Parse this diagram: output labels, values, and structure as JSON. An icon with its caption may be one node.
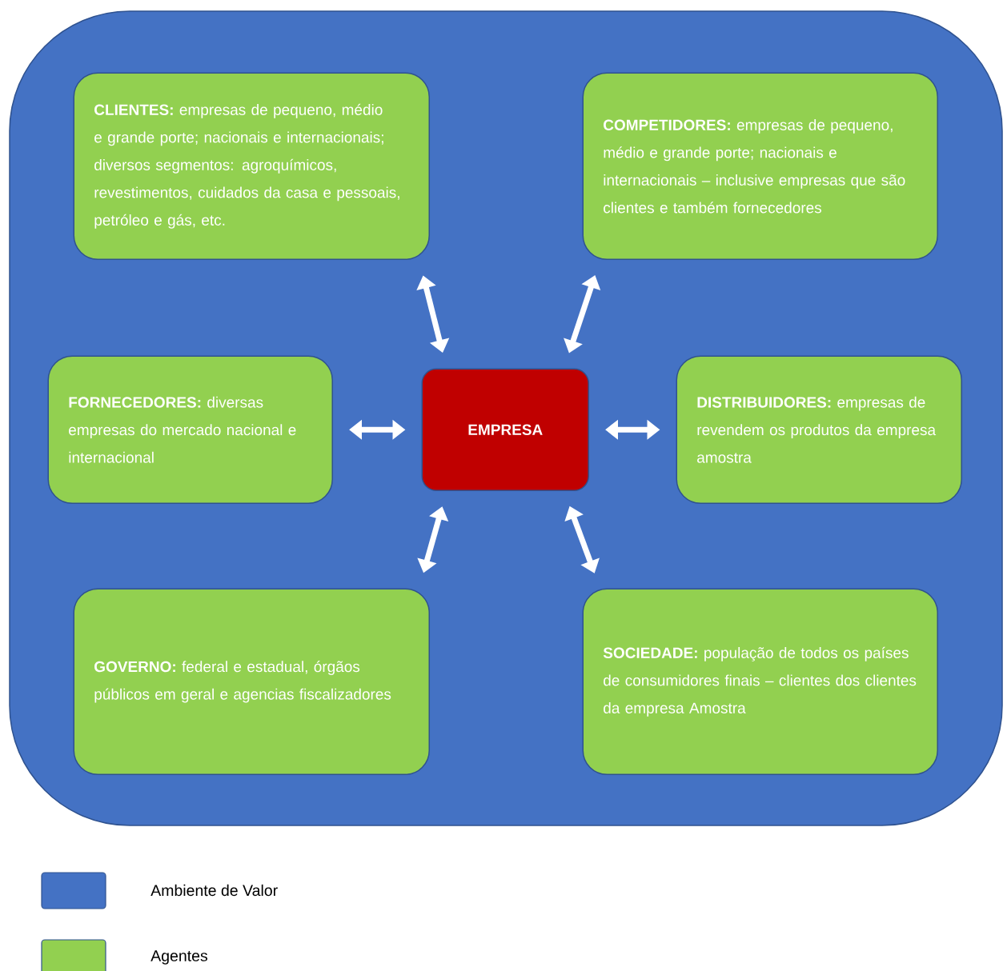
{
  "diagram": {
    "nodes": [
      {
        "text": [],
        "shape": "box"
      },
      {
        "text": [
          "**CLIENTES:** empresas de pequeno, médio e grande porte; nacionais e internacionais; diversos segmentos: agroquímicos, revestimentos, cuidados da casa e pessoais, petróleo e gás, etc."
        ],
        "in": 0
      },
      {
        "text": [
          "**COMPETIDORES:** empresas de pequeno, médio e grande porte; nacionais e internacionais – inclusive empresas que são clientes e também fornecedores"
        ],
        "in": 0
      },
      {
        "text": [
          "**FORNECEDORES:** diversas empresas do mercado nacional e internacional"
        ],
        "in": 0
      },
      {
        "text": [
          "EMPRESA"
        ],
        "in": 0
      },
      {
        "text": [
          "**DISTRIBUIDORES:** empresas de revendem os produtos da empresa amostra"
        ],
        "in": 0
      },
      {
        "text": [
          "**GOVERNO:** federal e estadual, órgãos públicos em geral e agencias fiscalizadores"
        ],
        "in": 0
      },
      {
        "text": [
          "**SOCIEDADE:** população de todos os países de consumidores finais – clientes dos clientes da empresa Amostra"
        ],
        "in": 0
      }
    ],
    "edges": [
      {
        "from": 4,
        "to": 1,
        "arrow": "both"
      },
      {
        "from": 4,
        "to": 2,
        "arrow": "both"
      },
      {
        "from": 4,
        "to": 3,
        "arrow": "both"
      },
      {
        "from": 4,
        "to": 5,
        "arrow": "both"
      },
      {
        "from": 4,
        "to": 6,
        "arrow": "both"
      },
      {
        "from": 4,
        "to": 7,
        "arrow": "both"
      }
    ],
    "legend": [
      {
        "text": "Ambiente de Valor",
        "color": "#4472c4"
      },
      {
        "text": "Agentes",
        "color": "#92d050"
      }
    ]
  }
}
